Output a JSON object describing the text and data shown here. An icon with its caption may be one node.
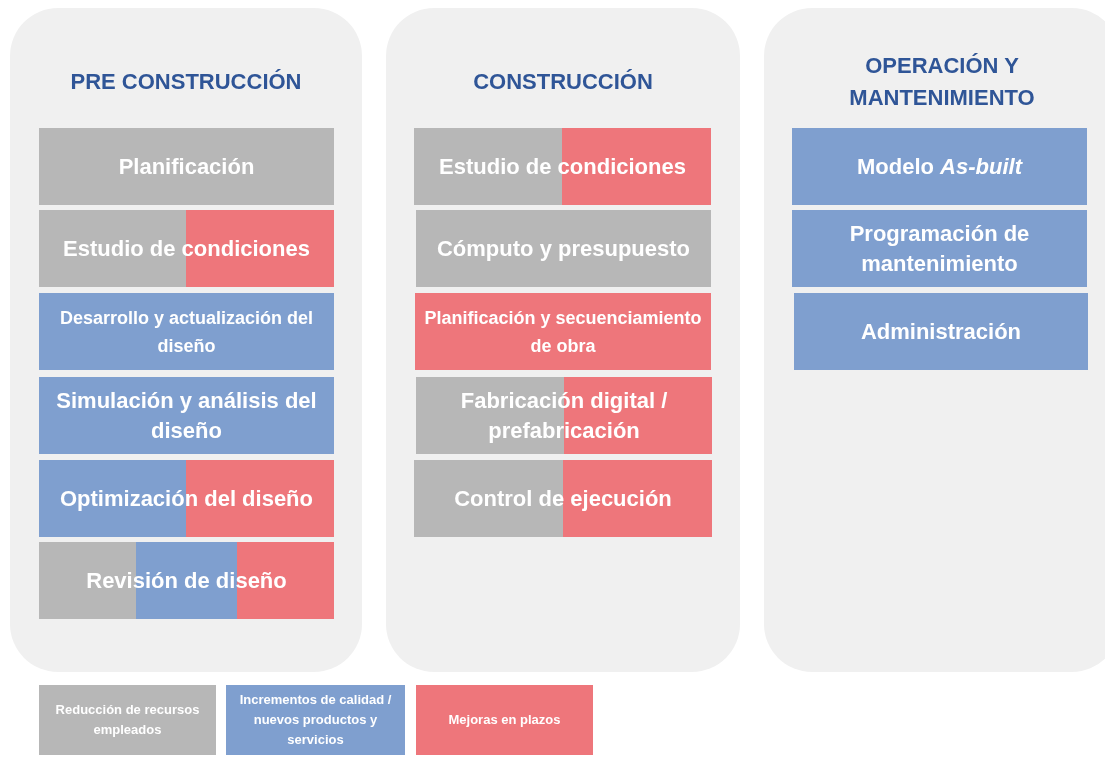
{
  "diagram": {
    "nodes": [
      {
        "text": [
          "PRE CONSTRUCCIÓN"
        ]
      },
      {
        "text": [
          "Planificación"
        ],
        "in": 0
      },
      {
        "text": [
          "Estudio de condiciones"
        ],
        "in": 0
      },
      {
        "text": [
          "Desarrollo y actualización del diseño"
        ],
        "in": 0
      },
      {
        "text": [
          "Simulación y análisis del diseño"
        ],
        "in": 0
      },
      {
        "text": [
          "Optimización del diseño"
        ],
        "in": 0
      },
      {
        "text": [
          "Revisión de diseño"
        ],
        "in": 0
      },
      {
        "text": [
          "CONSTRUCCIÓN"
        ]
      },
      {
        "text": [
          "Estudio de condiciones"
        ],
        "in": 7
      },
      {
        "text": [
          "Cómputo y presupuesto"
        ],
        "in": 7
      },
      {
        "text": [
          "Planificación y secuenciamiento de obra"
        ],
        "in": 7
      },
      {
        "text": [
          "Fabricación digital / prefabricación"
        ],
        "in": 7
      },
      {
        "text": [
          "Control de ejecución"
        ],
        "in": 7
      },
      {
        "text": [
          "OPERACIÓN Y MANTENIMIENTO"
        ]
      },
      {
        "text": [
          "Modelo *As-built*"
        ],
        "in": 13
      },
      {
        "text": [
          "Programación de mantenimiento"
        ],
        "in": 13
      },
      {
        "text": [
          "Administración"
        ],
        "in": 13
      }
    ],
    "legend": [
      {
        "text": "Reducción de recursos empleados",
        "color": "#b7b7b7"
      },
      {
        "text": "Incrementos de calidad / nuevos productos y servicios",
        "color": "#7f9fcf"
      },
      {
        "text": "Mejoras en plazos",
        "color": "#ee767b"
      }
    ]
  }
}
